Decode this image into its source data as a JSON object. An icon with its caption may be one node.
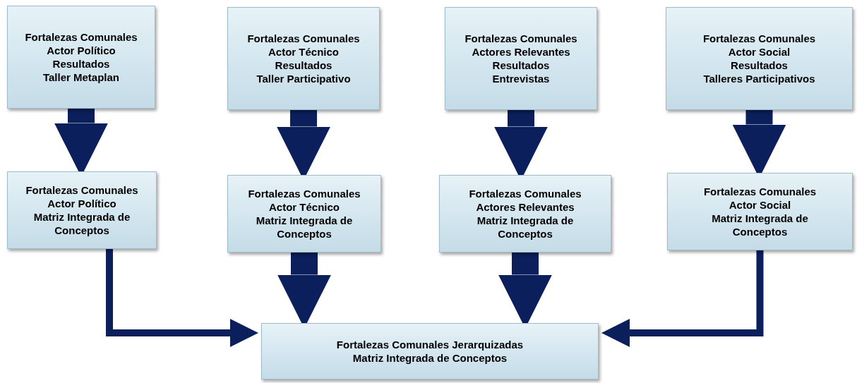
{
  "diagram": {
    "nodes": [
      {
        "text": [
          "Fortalezas Comunales",
          "Actor Político",
          "Resultados",
          "Taller Metaplan"
        ]
      },
      {
        "text": [
          "Fortalezas Comunales",
          "Actor Técnico",
          "Resultados",
          "Taller Participativo"
        ]
      },
      {
        "text": [
          "Fortalezas Comunales",
          "Actores Relevantes",
          "Resultados",
          "Entrevistas"
        ]
      },
      {
        "text": [
          "Fortalezas Comunales",
          "Actor Social",
          "Resultados",
          "Talleres Participativos"
        ]
      },
      {
        "text": [
          "Fortalezas Comunales",
          "Actor Político",
          "Matriz Integrada de Conceptos"
        ]
      },
      {
        "text": [
          "Fortalezas Comunales",
          "Actor Técnico",
          "Matriz Integrada de Conceptos"
        ]
      },
      {
        "text": [
          "Fortalezas Comunales",
          "Actores Relevantes",
          "Matriz Integrada de Conceptos"
        ]
      },
      {
        "text": [
          "Fortalezas Comunales",
          "Actor Social",
          "Matriz Integrada de Conceptos"
        ]
      },
      {
        "text": [
          "Fortalezas Comunales Jerarquizadas",
          "Matriz Integrada de Conceptos"
        ]
      }
    ],
    "edges": [
      {
        "from": 0,
        "to": 4,
        "arrow": "to"
      },
      {
        "from": 1,
        "to": 5,
        "arrow": "to"
      },
      {
        "from": 2,
        "to": 6,
        "arrow": "to"
      },
      {
        "from": 3,
        "to": 7,
        "arrow": "to"
      },
      {
        "from": 4,
        "to": 8,
        "arrow": "to"
      },
      {
        "from": 5,
        "to": 8,
        "arrow": "to"
      },
      {
        "from": 6,
        "to": 8,
        "arrow": "to"
      },
      {
        "from": 7,
        "to": 8,
        "arrow": "to"
      }
    ]
  }
}
